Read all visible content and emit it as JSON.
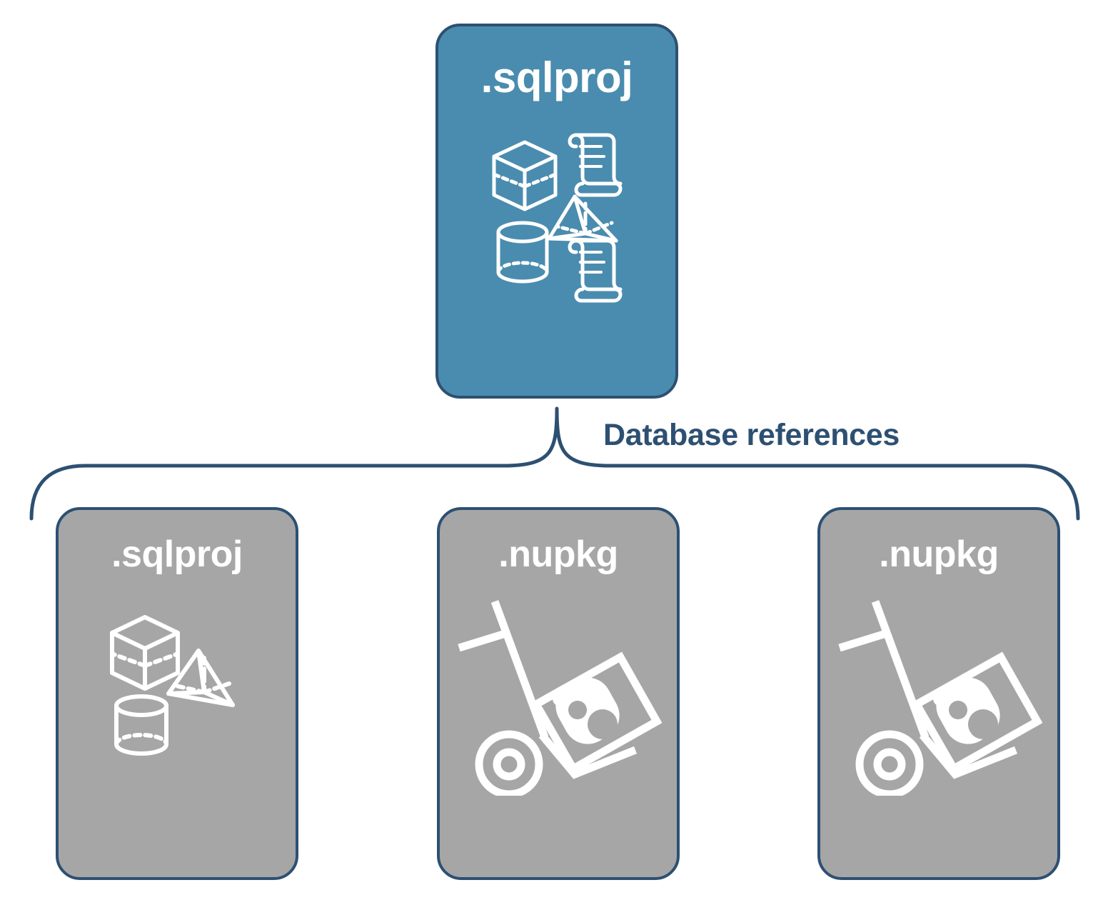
{
  "diagram": {
    "title": "Database references",
    "colors": {
      "primary_fill": "#4A8CAF",
      "secondary_fill": "#A6A6A6",
      "stroke": "#2D5072",
      "label_text": "#2D5072",
      "node_text": "#FFFFFF",
      "background": "#FFFFFF"
    },
    "connector": {
      "label": "Database references",
      "style": "curly-brace",
      "orientation": "down"
    },
    "root": {
      "label": ".sqlproj",
      "fill": "primary",
      "icons": [
        "cube-wireframe-icon",
        "pyramid-wireframe-icon",
        "cylinder-wireframe-icon",
        "scroll-document-icon",
        "scroll-document-icon"
      ]
    },
    "children": [
      {
        "label": ".sqlproj",
        "fill": "secondary",
        "icons": [
          "cube-wireframe-icon",
          "pyramid-wireframe-icon",
          "cylinder-wireframe-icon"
        ]
      },
      {
        "label": ".nupkg",
        "fill": "secondary",
        "icons": [
          "hand-truck-package-icon"
        ]
      },
      {
        "label": ".nupkg",
        "fill": "secondary",
        "icons": [
          "hand-truck-package-icon"
        ]
      }
    ]
  }
}
